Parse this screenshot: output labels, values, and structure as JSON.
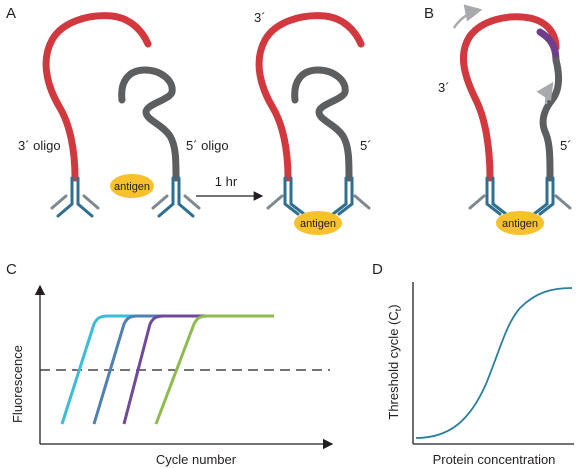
{
  "colors": {
    "red_oligo": "#d2393f",
    "gray_oligo": "#5d5e60",
    "antibody": "#2f6f8f",
    "antibody_light": "#7f8a90",
    "antigen": "#f6c12c",
    "extension": "#6e3d8b",
    "arrow_gray": "#a7a9ac",
    "curve_colors": [
      "#3bbcd8",
      "#4f7fb3",
      "#6e4a9b",
      "#8fba4e"
    ],
    "sigmoid": "#2b7fa0"
  },
  "panels": {
    "A": {
      "letter": "A",
      "three_prime_oligo": "3´ oligo",
      "five_prime_oligo": "5´ oligo",
      "antigen": "antigen",
      "arrow_label": "1 hr",
      "result_three_prime": "3´",
      "result_five_prime": "5´",
      "result_antigen": "antigen"
    },
    "B": {
      "letter": "B",
      "three_prime": "3´",
      "five_prime": "5´",
      "antigen": "antigen"
    },
    "C": {
      "letter": "C",
      "ylabel": "Fluorescence",
      "xlabel": "Cycle number"
    },
    "D": {
      "letter": "D",
      "ylabel": "Threshold cycle (C",
      "ylabel_sub": "t",
      "ylabel_close": ")",
      "xlabel": "Protein concentration"
    }
  }
}
